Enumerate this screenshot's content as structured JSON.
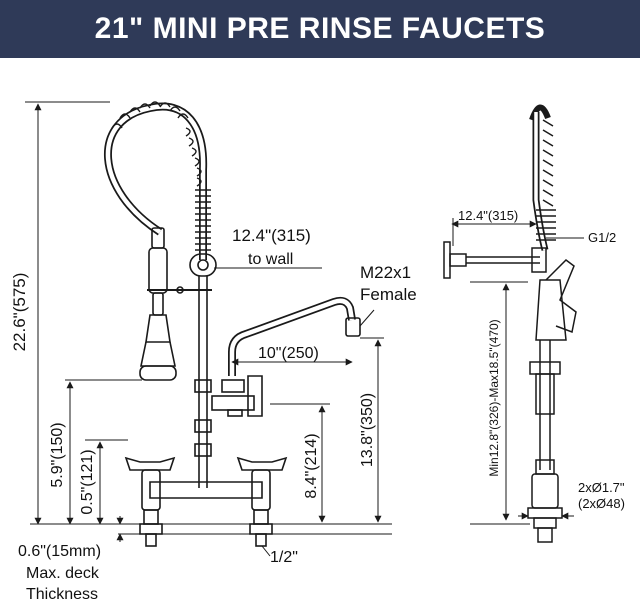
{
  "header": {
    "title": "21\" MINI PRE RINSE FAUCETS"
  },
  "front_view": {
    "overall_height": "22.6\"(575)",
    "wall_distance_value": "12.4\"(315)",
    "wall_distance_note": "to wall",
    "connector_line1": "M22x1",
    "connector_line2": "Female",
    "spout_reach": "10\"(250)",
    "faucet_height": "5.9\"(150)",
    "handle_height": "0.5\"(121)",
    "spout_height": "8.4\"(214)",
    "spout_outlet_height": "13.8\"(350)",
    "deck_thickness_line1": "0.6\"(15mm)",
    "deck_thickness_line2": "Max. deck",
    "deck_thickness_line3": "Thickness",
    "inlet_size": "1/2\""
  },
  "side_view": {
    "wall_distance": "12.4\"(315)",
    "thread": "G1/2",
    "height_range": "Min12.8\"(326)-Max18.5\"(470)",
    "hole_line1": "2xØ1.7\"",
    "hole_line2": "(2xØ48)"
  },
  "colors": {
    "banner": "#2f3a58",
    "line": "#1a1a1a"
  }
}
